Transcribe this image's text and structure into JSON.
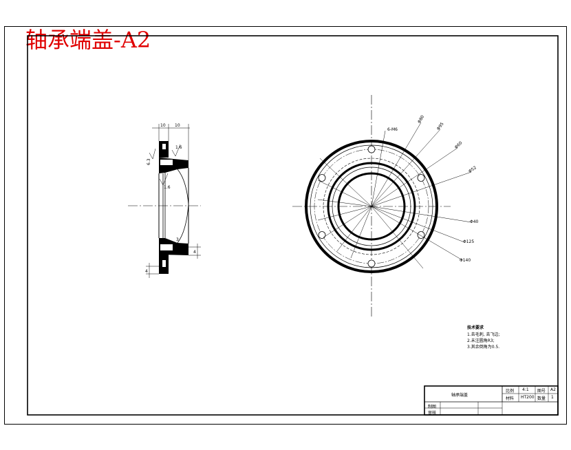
{
  "title": "轴承端盖-A2",
  "tech_notes": {
    "heading": "技术要求",
    "items": [
      "1.去毛刺, 去飞边;",
      "2.未注圆角R3;",
      "3.其余倒角为0.5."
    ]
  },
  "title_block": {
    "part_name": "轴承端盖",
    "scale_label": "比例",
    "scale_value": "4:1",
    "drawing_no_label": "图号",
    "drawing_no_value": "A2",
    "material_label": "材料",
    "material_value": "HT200",
    "qty_label": "数量",
    "qty_value": "1",
    "drawn_label": "制图",
    "checked_label": "审核"
  },
  "side_view_dims": {
    "top_left": "10",
    "top_right": "10",
    "roughness_1": "1.6",
    "roughness_2": "1.6",
    "roughness_left": "6.3",
    "chamfer": "3",
    "small_right": "4",
    "small_left": "4"
  },
  "front_view_dims": [
    "6-M6",
    "Φ80",
    "Φ95",
    "Φ60",
    "Φ52",
    "Φ40",
    "Φ125",
    "Φ140"
  ]
}
